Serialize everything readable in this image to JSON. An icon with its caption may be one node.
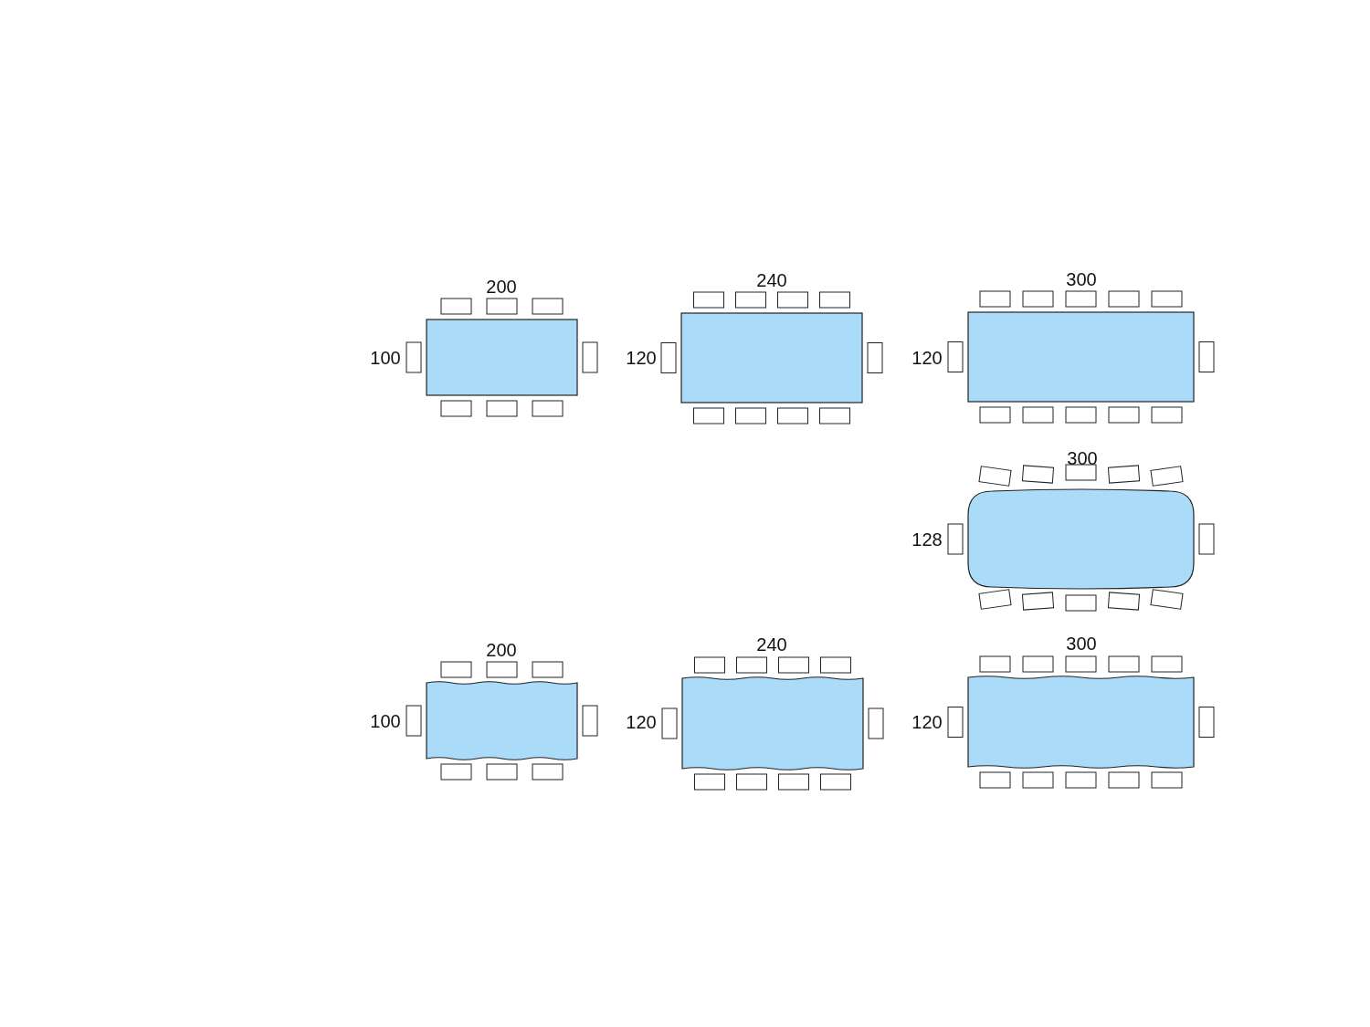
{
  "diagram": {
    "labels": [
      "200",
      "240",
      "300",
      "100",
      "120",
      "120",
      "300",
      "128",
      "200",
      "240",
      "300",
      "100",
      "120",
      "120"
    ]
  }
}
